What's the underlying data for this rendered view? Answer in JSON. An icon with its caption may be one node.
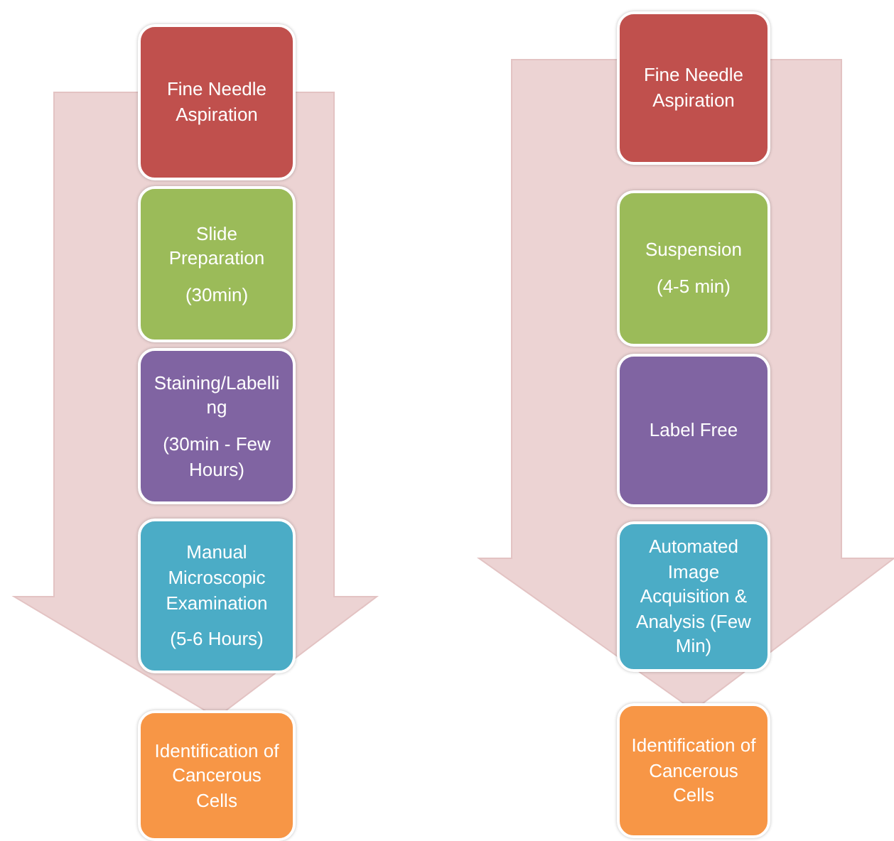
{
  "diagram": {
    "nodes": [
      {
        "text": [
          "Fine Needle Aspiration"
        ]
      },
      {
        "text": [
          "Slide Preparation",
          "(30min)"
        ]
      },
      {
        "text": [
          "Staining/Labelling",
          "(30min - Few Hours)"
        ]
      },
      {
        "text": [
          "Manual Microscopic Examination",
          "(5-6 Hours)"
        ]
      },
      {
        "text": [
          "Identification of Cancerous Cells"
        ]
      },
      {
        "text": [
          "Fine Needle Aspiration"
        ]
      },
      {
        "text": [
          "Suspension",
          "(4-5 min)"
        ]
      },
      {
        "text": [
          "Label Free"
        ]
      },
      {
        "text": [
          "Automated Image Acquisition & Analysis (Few Min)"
        ]
      },
      {
        "text": [
          "Identification of Cancerous Cells"
        ]
      }
    ],
    "edges": [
      {
        "from": 0,
        "to": 4,
        "arrow": "to"
      },
      {
        "from": 5,
        "to": 9,
        "arrow": "to"
      }
    ]
  }
}
